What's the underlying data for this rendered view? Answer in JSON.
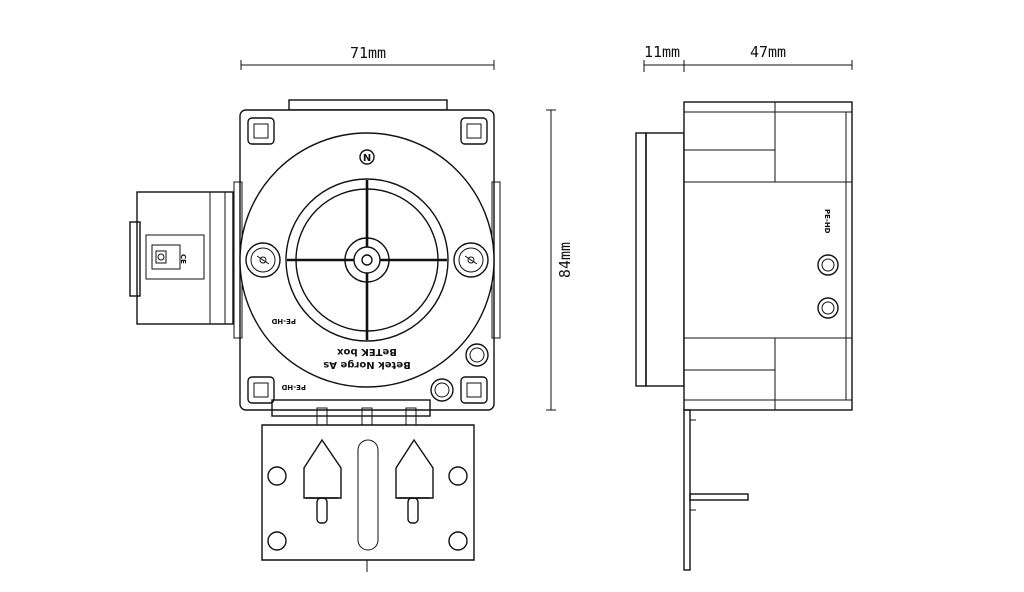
{
  "dimensions": {
    "width_front": "71mm",
    "height": "84mm",
    "depth_front": "11mm",
    "depth_body": "47mm"
  },
  "labels": {
    "north_marker": "N",
    "manufacturer_line": "Betek Norge As",
    "product_line": "BeTEK box",
    "recycle_mark": "PE-HD",
    "small_marking": "CE"
  }
}
